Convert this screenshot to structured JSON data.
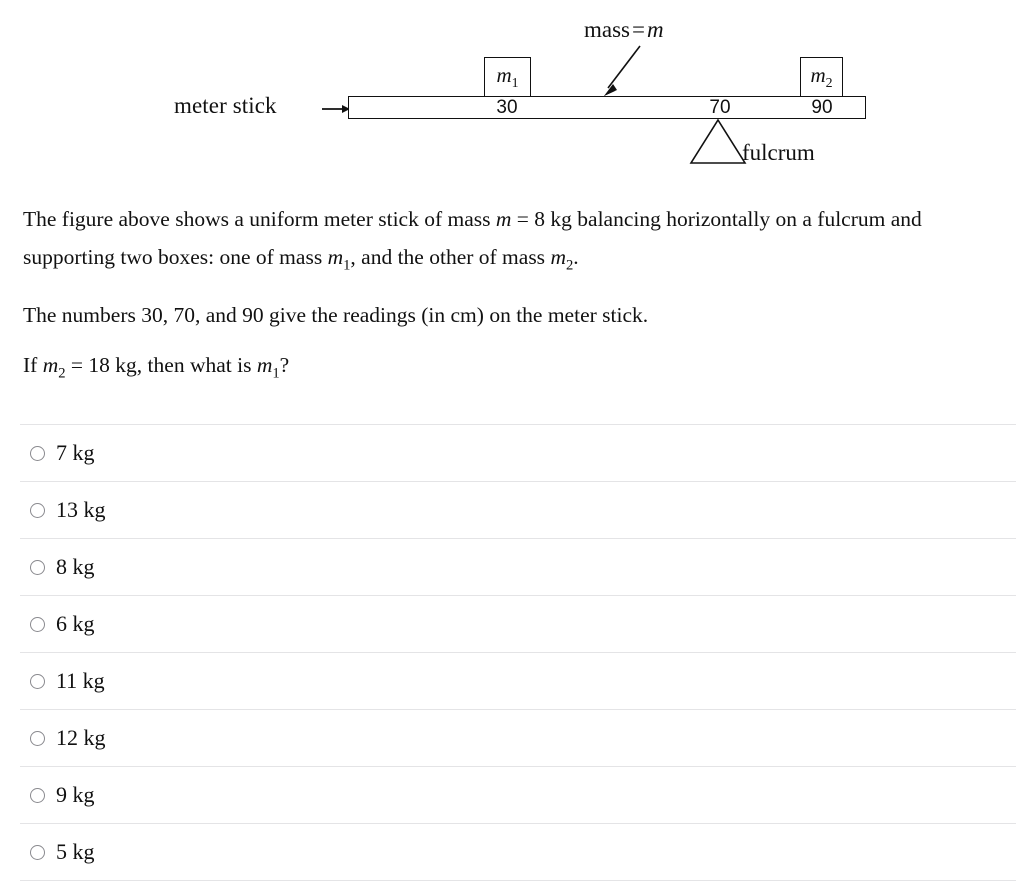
{
  "figure": {
    "meter_stick_label": "meter stick",
    "mass_label": "mass = m",
    "fulcrum_label": "fulcrum",
    "box1_label": "m1",
    "box2_label": "m2",
    "ticks": [
      {
        "value": "30"
      },
      {
        "value": "70"
      },
      {
        "value": "90"
      }
    ]
  },
  "prose": {
    "paragraph1_part1": "The figure above shows a uniform meter stick of mass ",
    "paragraph1_var": "m",
    "paragraph1_part2": " = 8 kg balancing horizontally on a fulcrum and supporting two boxes: one of mass ",
    "paragraph1_var2": "m",
    "paragraph1_sub2": "1",
    "paragraph1_part3": ", and the other of mass ",
    "paragraph1_var3": "m",
    "paragraph1_sub3": "2",
    "paragraph1_part4": ".",
    "paragraph2": "The numbers 30, 70, and 90 give the readings (in cm) on the meter stick.",
    "paragraph3_part1": "If ",
    "paragraph3_var1": "m",
    "paragraph3_sub1": "2",
    "paragraph3_part2": " = 18 kg, then what is ",
    "paragraph3_var2": "m",
    "paragraph3_sub2": "1",
    "paragraph3_part3": "?"
  },
  "options": [
    {
      "label": "7 kg"
    },
    {
      "label": "13 kg"
    },
    {
      "label": "8 kg"
    },
    {
      "label": "6 kg"
    },
    {
      "label": "11 kg"
    },
    {
      "label": "12 kg"
    },
    {
      "label": "9 kg"
    },
    {
      "label": "5 kg"
    }
  ],
  "colors": {
    "text": "#111111",
    "separator": "#e4e4e6",
    "radio_border": "#8a8a8f"
  }
}
